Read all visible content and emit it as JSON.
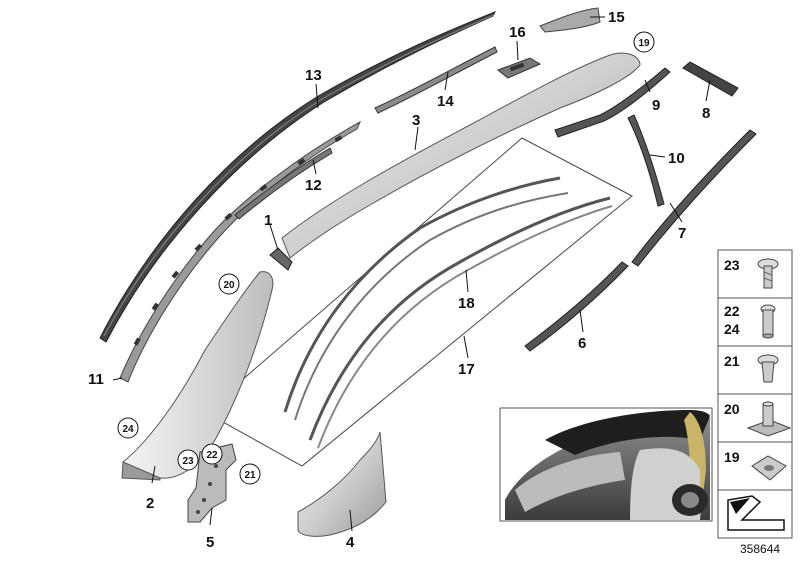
{
  "diagram": {
    "reference_number": "358644",
    "part_labels": [
      "1",
      "2",
      "3",
      "4",
      "5",
      "6",
      "7",
      "8",
      "9",
      "10",
      "11",
      "12",
      "13",
      "14",
      "15",
      "16",
      "17",
      "18"
    ],
    "circled_labels": [
      "19",
      "20",
      "21",
      "22",
      "23",
      "24"
    ],
    "side_panel": [
      "23",
      "22",
      "24",
      "21",
      "20",
      "19"
    ]
  },
  "colors": {
    "seal_dark": "#3a3a3a",
    "trim_grey": "#c8c8c8",
    "trim_light": "#e2e2e2",
    "outline": "#555555",
    "car_body": "#d8d8d8",
    "car_roof": "#2a2a2a",
    "car_accent": "#c9b46a"
  }
}
